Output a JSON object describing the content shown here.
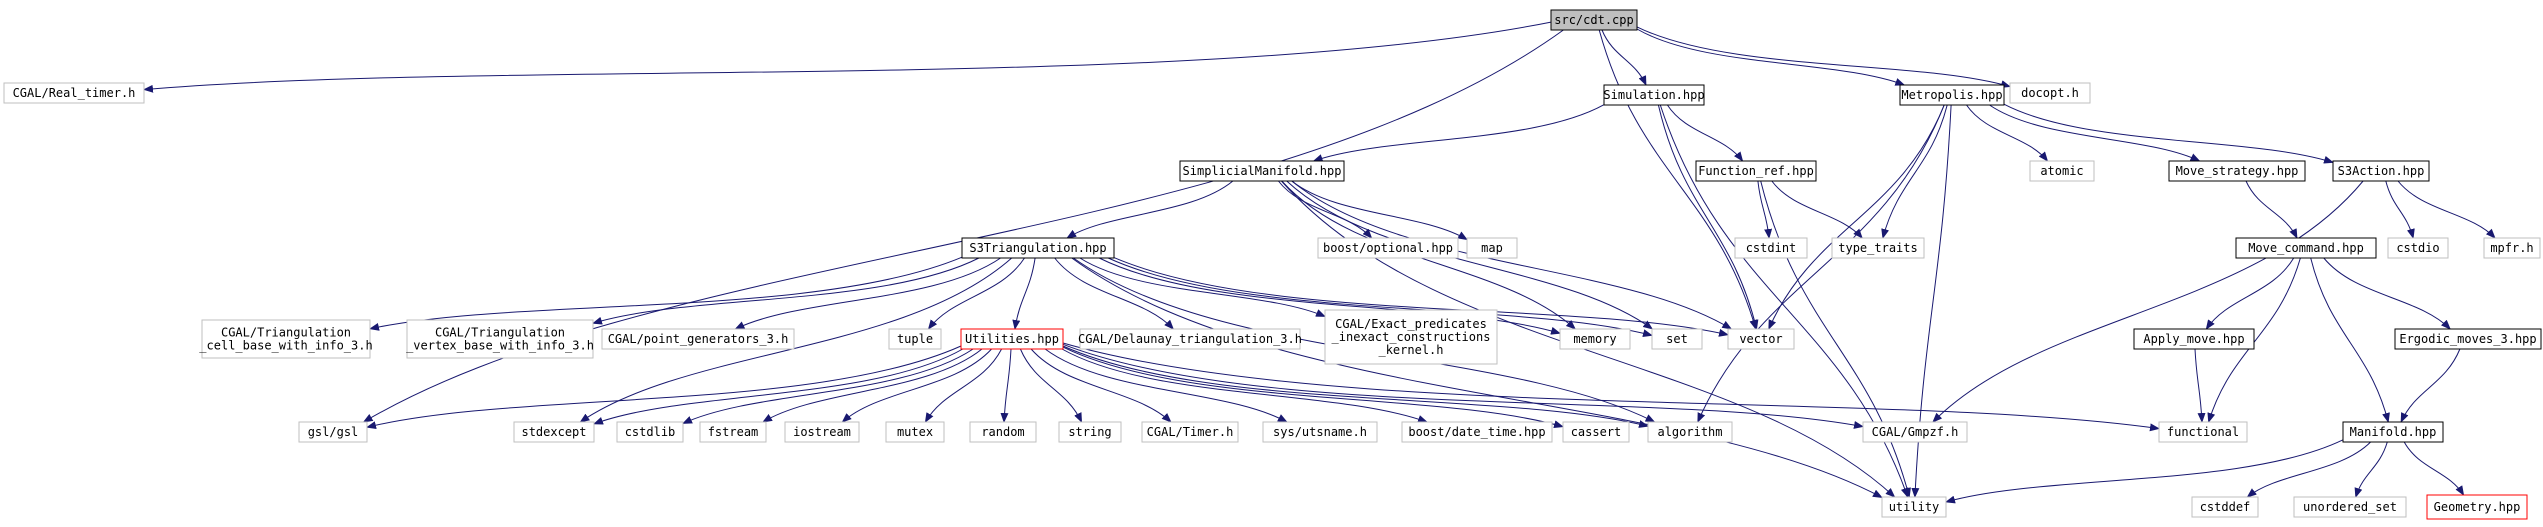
{
  "graph": {
    "title": "",
    "colors": {
      "edge": "#191970",
      "normal_border": "#000000",
      "missing_border": "#bfbfbf",
      "not_documented_border": "#ff0000",
      "root_fill": "#bfbfbf",
      "fill": "#ffffff"
    },
    "nodes": [
      {
        "id": "cdt",
        "lines": [
          "src/cdt.cpp"
        ],
        "kind": "root"
      },
      {
        "id": "realtimer",
        "lines": [
          "CGAL/Real_timer.h"
        ],
        "kind": "missing"
      },
      {
        "id": "simulation",
        "lines": [
          "Simulation.hpp"
        ],
        "kind": "normal"
      },
      {
        "id": "metropolis",
        "lines": [
          "Metropolis.hpp"
        ],
        "kind": "normal"
      },
      {
        "id": "docopt",
        "lines": [
          "docopt.h"
        ],
        "kind": "missing"
      },
      {
        "id": "simplicial",
        "lines": [
          "SimplicialManifold.hpp"
        ],
        "kind": "normal"
      },
      {
        "id": "functionref",
        "lines": [
          "Function_ref.hpp"
        ],
        "kind": "normal"
      },
      {
        "id": "atomic",
        "lines": [
          "atomic"
        ],
        "kind": "missing"
      },
      {
        "id": "movestrategy",
        "lines": [
          "Move_strategy.hpp"
        ],
        "kind": "normal"
      },
      {
        "id": "s3action",
        "lines": [
          "S3Action.hpp"
        ],
        "kind": "normal"
      },
      {
        "id": "s3tri",
        "lines": [
          "S3Triangulation.hpp"
        ],
        "kind": "normal"
      },
      {
        "id": "boostopt",
        "lines": [
          "boost/optional.hpp"
        ],
        "kind": "missing"
      },
      {
        "id": "map",
        "lines": [
          "map"
        ],
        "kind": "missing"
      },
      {
        "id": "cstdint",
        "lines": [
          "cstdint"
        ],
        "kind": "missing"
      },
      {
        "id": "typetraits",
        "lines": [
          "type_traits"
        ],
        "kind": "missing"
      },
      {
        "id": "movecommand",
        "lines": [
          "Move_command.hpp"
        ],
        "kind": "normal"
      },
      {
        "id": "cstdio",
        "lines": [
          "cstdio"
        ],
        "kind": "missing"
      },
      {
        "id": "mpfr",
        "lines": [
          "mpfr.h"
        ],
        "kind": "missing"
      },
      {
        "id": "cellbase",
        "lines": [
          "CGAL/Triangulation",
          "_cell_base_with_info_3.h"
        ],
        "kind": "missing"
      },
      {
        "id": "vertexbase",
        "lines": [
          "CGAL/Triangulation",
          "_vertex_base_with_info_3.h"
        ],
        "kind": "missing"
      },
      {
        "id": "pointgen",
        "lines": [
          "CGAL/point_generators_3.h"
        ],
        "kind": "missing"
      },
      {
        "id": "tuple",
        "lines": [
          "tuple"
        ],
        "kind": "missing"
      },
      {
        "id": "utilities",
        "lines": [
          "Utilities.hpp"
        ],
        "kind": "undocumented"
      },
      {
        "id": "delaunay",
        "lines": [
          "CGAL/Delaunay_triangulation_3.h"
        ],
        "kind": "missing"
      },
      {
        "id": "exactpred",
        "lines": [
          "CGAL/Exact_predicates",
          "_inexact_constructions",
          "_kernel.h"
        ],
        "kind": "missing"
      },
      {
        "id": "memory",
        "lines": [
          "memory"
        ],
        "kind": "missing"
      },
      {
        "id": "set",
        "lines": [
          "set"
        ],
        "kind": "missing"
      },
      {
        "id": "vector",
        "lines": [
          "vector"
        ],
        "kind": "missing"
      },
      {
        "id": "applymove",
        "lines": [
          "Apply_move.hpp"
        ],
        "kind": "normal"
      },
      {
        "id": "ergodic",
        "lines": [
          "Ergodic_moves_3.hpp"
        ],
        "kind": "normal"
      },
      {
        "id": "gsl",
        "lines": [
          "gsl/gsl"
        ],
        "kind": "missing"
      },
      {
        "id": "stdexcept",
        "lines": [
          "stdexcept"
        ],
        "kind": "missing"
      },
      {
        "id": "cstdlib",
        "lines": [
          "cstdlib"
        ],
        "kind": "missing"
      },
      {
        "id": "fstream",
        "lines": [
          "fstream"
        ],
        "kind": "missing"
      },
      {
        "id": "iostream",
        "lines": [
          "iostream"
        ],
        "kind": "missing"
      },
      {
        "id": "mutex",
        "lines": [
          "mutex"
        ],
        "kind": "missing"
      },
      {
        "id": "random",
        "lines": [
          "random"
        ],
        "kind": "missing"
      },
      {
        "id": "string",
        "lines": [
          "string"
        ],
        "kind": "missing"
      },
      {
        "id": "cgaltimer",
        "lines": [
          "CGAL/Timer.h"
        ],
        "kind": "missing"
      },
      {
        "id": "utsname",
        "lines": [
          "sys/utsname.h"
        ],
        "kind": "missing"
      },
      {
        "id": "datetime",
        "lines": [
          "boost/date_time.hpp"
        ],
        "kind": "missing"
      },
      {
        "id": "cassert",
        "lines": [
          "cassert"
        ],
        "kind": "missing"
      },
      {
        "id": "algorithm",
        "lines": [
          "algorithm"
        ],
        "kind": "missing"
      },
      {
        "id": "gmpzf",
        "lines": [
          "CGAL/Gmpzf.h"
        ],
        "kind": "missing"
      },
      {
        "id": "functional",
        "lines": [
          "functional"
        ],
        "kind": "missing"
      },
      {
        "id": "manifold",
        "lines": [
          "Manifold.hpp"
        ],
        "kind": "normal"
      },
      {
        "id": "utility",
        "lines": [
          "utility"
        ],
        "kind": "missing"
      },
      {
        "id": "cstddef",
        "lines": [
          "cstddef"
        ],
        "kind": "missing"
      },
      {
        "id": "unorderedset",
        "lines": [
          "unordered_set"
        ],
        "kind": "missing"
      },
      {
        "id": "geometry",
        "lines": [
          "Geometry.hpp"
        ],
        "kind": "undocumented"
      }
    ],
    "edges": [
      [
        "cdt",
        "realtimer"
      ],
      [
        "cdt",
        "simulation"
      ],
      [
        "cdt",
        "metropolis"
      ],
      [
        "cdt",
        "docopt"
      ],
      [
        "cdt",
        "gsl"
      ],
      [
        "cdt",
        "vector"
      ],
      [
        "simulation",
        "simplicial"
      ],
      [
        "simulation",
        "functionref"
      ],
      [
        "simulation",
        "vector"
      ],
      [
        "simulation",
        "utility"
      ],
      [
        "metropolis",
        "vector"
      ],
      [
        "metropolis",
        "typetraits"
      ],
      [
        "metropolis",
        "atomic"
      ],
      [
        "metropolis",
        "movestrategy"
      ],
      [
        "metropolis",
        "s3action"
      ],
      [
        "metropolis",
        "algorithm"
      ],
      [
        "metropolis",
        "utility"
      ],
      [
        "simplicial",
        "s3tri"
      ],
      [
        "simplicial",
        "boostopt"
      ],
      [
        "simplicial",
        "map"
      ],
      [
        "simplicial",
        "memory"
      ],
      [
        "simplicial",
        "set"
      ],
      [
        "simplicial",
        "vector"
      ],
      [
        "simplicial",
        "utility"
      ],
      [
        "functionref",
        "cstdint"
      ],
      [
        "functionref",
        "typetraits"
      ],
      [
        "functionref",
        "utility"
      ],
      [
        "movestrategy",
        "movecommand"
      ],
      [
        "s3action",
        "cstdio"
      ],
      [
        "s3action",
        "mpfr"
      ],
      [
        "s3action",
        "gmpzf"
      ],
      [
        "movecommand",
        "applymove"
      ],
      [
        "movecommand",
        "ergodic"
      ],
      [
        "movecommand",
        "functional"
      ],
      [
        "movecommand",
        "manifold"
      ],
      [
        "s3tri",
        "cellbase"
      ],
      [
        "s3tri",
        "vertexbase"
      ],
      [
        "s3tri",
        "pointgen"
      ],
      [
        "s3tri",
        "tuple"
      ],
      [
        "s3tri",
        "utilities"
      ],
      [
        "s3tri",
        "delaunay"
      ],
      [
        "s3tri",
        "exactpred"
      ],
      [
        "s3tri",
        "memory"
      ],
      [
        "s3tri",
        "set"
      ],
      [
        "s3tri",
        "vector"
      ],
      [
        "s3tri",
        "algorithm"
      ],
      [
        "s3tri",
        "stdexcept"
      ],
      [
        "s3tri",
        "utility"
      ],
      [
        "utilities",
        "gsl"
      ],
      [
        "utilities",
        "stdexcept"
      ],
      [
        "utilities",
        "cstdlib"
      ],
      [
        "utilities",
        "fstream"
      ],
      [
        "utilities",
        "iostream"
      ],
      [
        "utilities",
        "mutex"
      ],
      [
        "utilities",
        "random"
      ],
      [
        "utilities",
        "string"
      ],
      [
        "utilities",
        "cgaltimer"
      ],
      [
        "utilities",
        "utsname"
      ],
      [
        "utilities",
        "datetime"
      ],
      [
        "utilities",
        "cassert"
      ],
      [
        "utilities",
        "algorithm"
      ],
      [
        "utilities",
        "gmpzf"
      ],
      [
        "utilities",
        "functional"
      ],
      [
        "applymove",
        "functional"
      ],
      [
        "ergodic",
        "manifold"
      ],
      [
        "manifold",
        "utility"
      ],
      [
        "manifold",
        "cstddef"
      ],
      [
        "manifold",
        "unorderedset"
      ],
      [
        "manifold",
        "geometry"
      ]
    ]
  }
}
